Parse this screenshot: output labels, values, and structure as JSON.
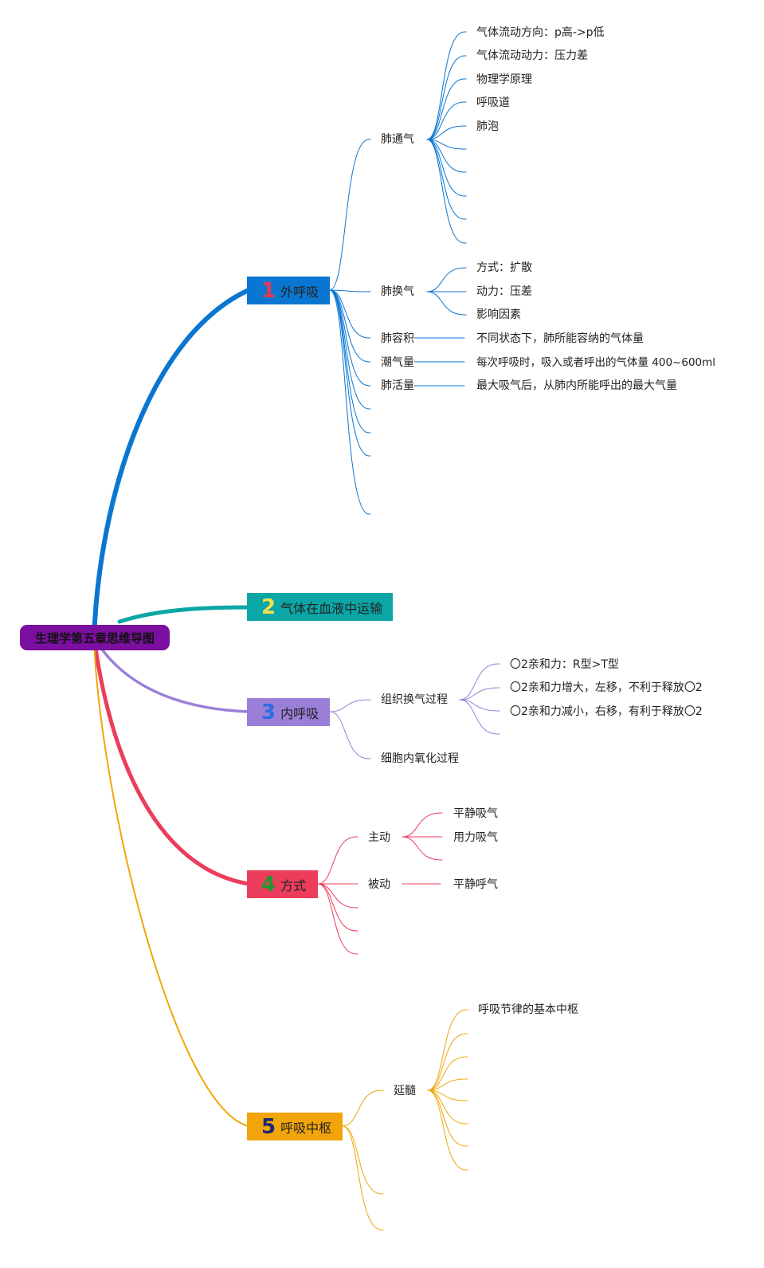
{
  "colors": {
    "root": "#7a0fa0",
    "branch1": "#0a76d1",
    "branch2": "#0ba6a6",
    "branch3": "#9a7fd8",
    "branch4": "#ec3d5c",
    "branch5": "#f2a50a",
    "num1": "#e8384f",
    "num2": "#f5e04a",
    "num3": "#2c6fe0",
    "num4": "#1a9a2e",
    "num5": "#1c2a6e"
  },
  "root": {
    "label": "生理学第五章思维导图"
  },
  "branches": [
    {
      "num": "1",
      "label": "外呼吸",
      "children": [
        {
          "label": "肺通气",
          "children": [
            "气体流动方向：p高->p低",
            "气体流动动力：压力差",
            "物理学原理",
            "呼吸道",
            "肺泡"
          ]
        },
        {
          "label": "肺换气",
          "children": [
            "方式：扩散",
            "动力：压差",
            "影响因素"
          ]
        },
        {
          "label": "肺容积",
          "children": [
            "不同状态下，肺所能容纳的气体量"
          ]
        },
        {
          "label": "潮气量",
          "children": [
            "每次呼吸时，吸入或者呼出的气体量 400~600ml"
          ]
        },
        {
          "label": "肺活量",
          "children": [
            "最大吸气后，从肺内所能呼出的最大气量"
          ]
        }
      ]
    },
    {
      "num": "2",
      "label": "气体在血液中运输",
      "children": []
    },
    {
      "num": "3",
      "label": "内呼吸",
      "children": [
        {
          "label": "组织换气过程",
          "children": [
            "〇2亲和力：R型>T型",
            "〇2亲和力增大，左移，不利于释放〇2",
            "〇2亲和力减小，右移，有利于释放〇2"
          ]
        },
        {
          "label": "细胞内氧化过程",
          "children": []
        }
      ]
    },
    {
      "num": "4",
      "label": "方式",
      "children": [
        {
          "label": "主动",
          "children": [
            "平静吸气",
            "用力吸气"
          ]
        },
        {
          "label": "被动",
          "children": [
            "平静呼气"
          ]
        }
      ]
    },
    {
      "num": "5",
      "label": "呼吸中枢",
      "children": [
        {
          "label": "延髓",
          "children": [
            "呼吸节律的基本中枢"
          ]
        }
      ]
    }
  ]
}
